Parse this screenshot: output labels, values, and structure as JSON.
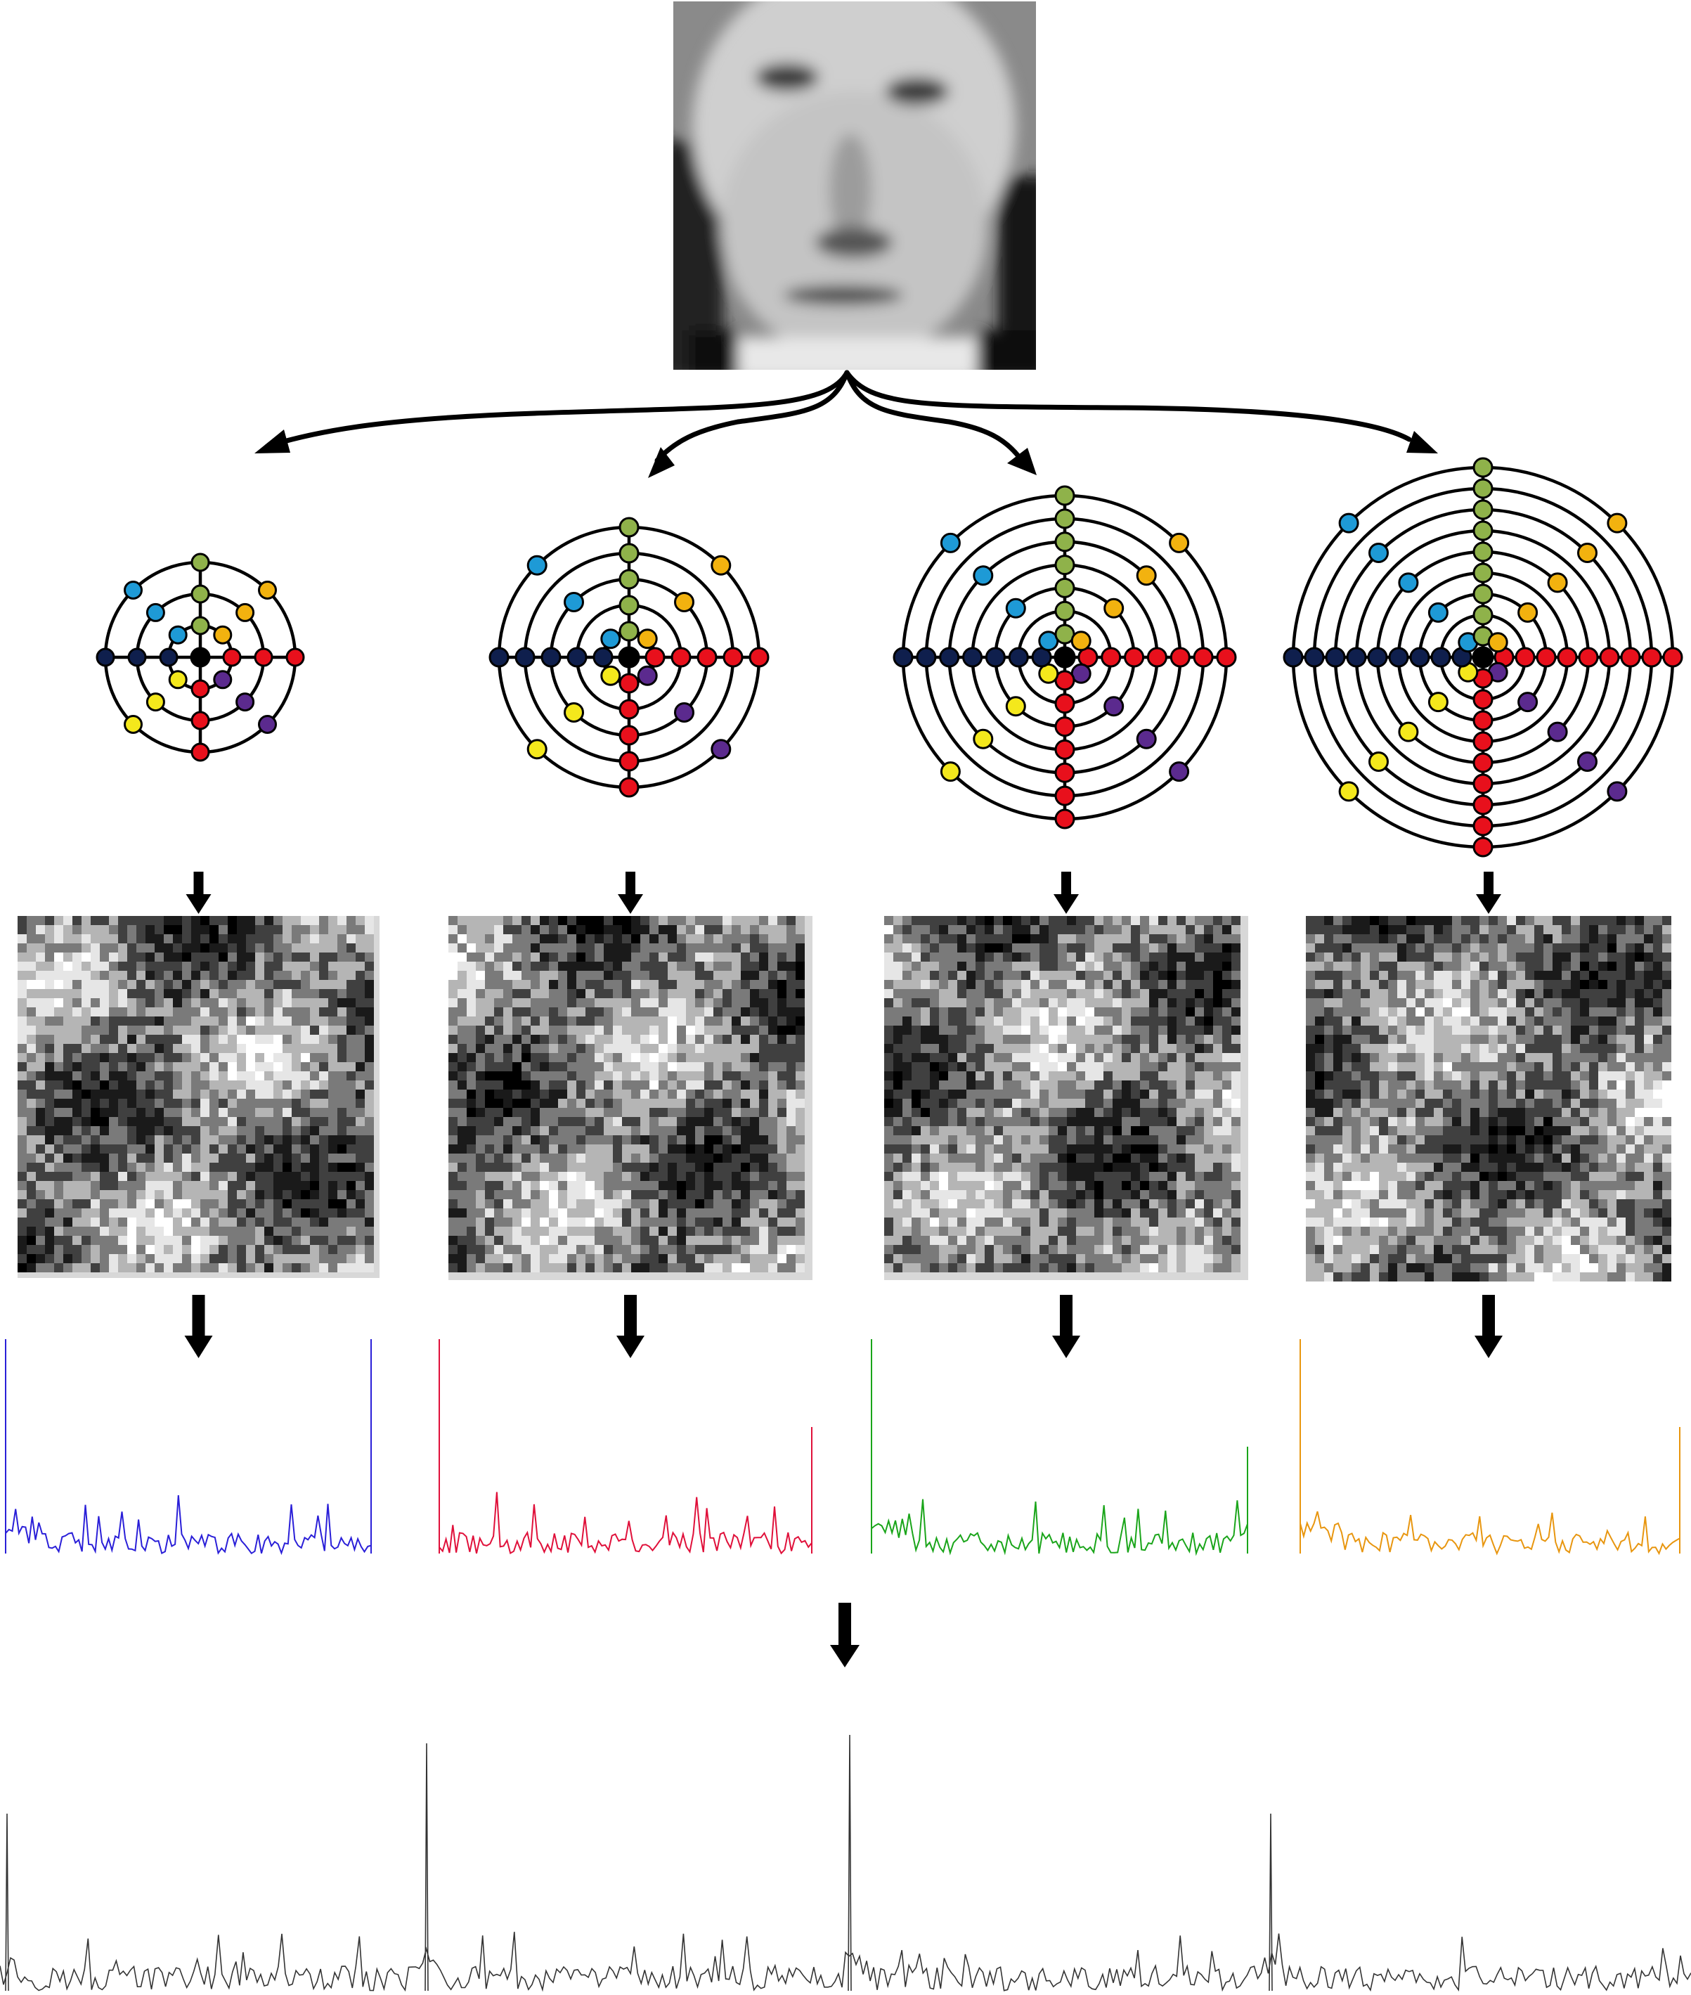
{
  "figure": {
    "input_image": {
      "icon": "grayscale-face-photo"
    },
    "scales": [
      {
        "id": "scale-1",
        "rings": 3,
        "spokes": 8,
        "texture_seed": 11,
        "histogram_color": "#2a1fd8"
      },
      {
        "id": "scale-2",
        "rings": 5,
        "spokes": 8,
        "texture_seed": 23,
        "histogram_color": "#e0103a"
      },
      {
        "id": "scale-3",
        "rings": 7,
        "spokes": 8,
        "texture_seed": 37,
        "histogram_color": "#1aa51a"
      },
      {
        "id": "scale-4",
        "rings": 9,
        "spokes": 8,
        "texture_seed": 53,
        "histogram_color": "#e8960f"
      }
    ],
    "point_colors": {
      "center": "#000000",
      "east": "#e8101c",
      "south-east": "#5b2a8e",
      "south": "#e8101c",
      "south-west": "#f4e81c",
      "west": "#0f1f4d",
      "north-west": "#1e9ad6",
      "north": "#8fb24a",
      "north-east": "#f2b20f"
    },
    "concatenated_histogram": {
      "color": "#333333",
      "segments": 4
    },
    "arrow_color": "#000000"
  }
}
